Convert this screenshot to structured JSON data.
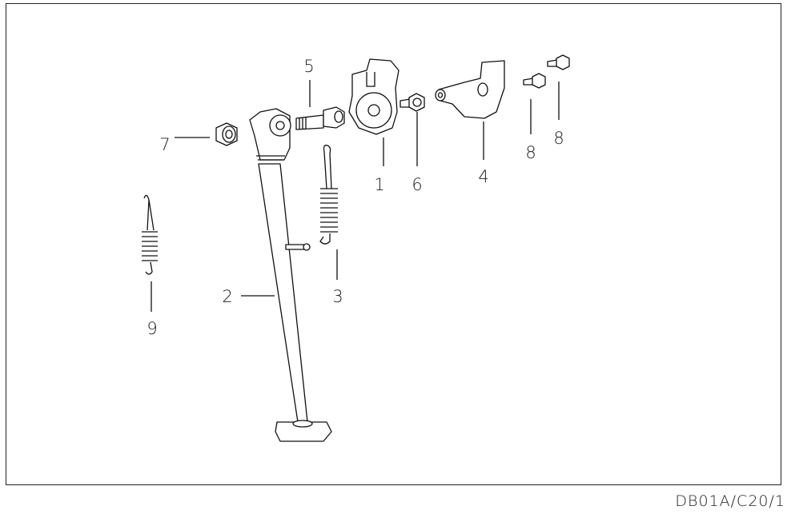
{
  "diagram": {
    "title": "Side stand exploded parts diagram",
    "callouts": [
      "1",
      "2",
      "3",
      "4",
      "5",
      "6",
      "7",
      "8",
      "8",
      "9"
    ],
    "drawing_code": "DB01A/C20/1"
  }
}
